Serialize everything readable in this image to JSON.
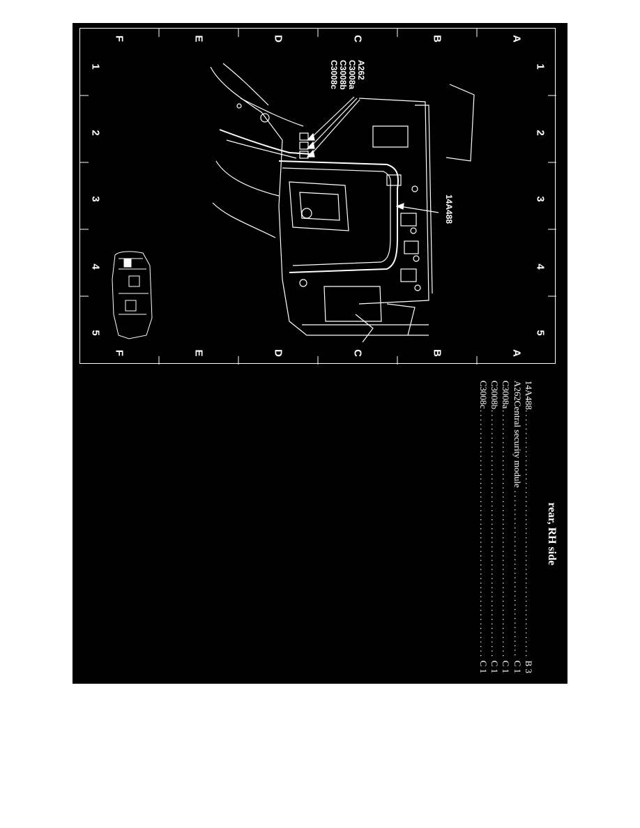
{
  "grid": {
    "columns": [
      "A",
      "B",
      "C",
      "D",
      "E",
      "F"
    ],
    "rows": [
      "1",
      "2",
      "3",
      "4",
      "5"
    ]
  },
  "callouts": {
    "group": [
      "A262",
      "C3008a",
      "C3008b",
      "C3008c"
    ],
    "harness": "14A488"
  },
  "legend": {
    "title": "rear, RH side",
    "items": [
      {
        "code": "14A488",
        "description": "",
        "location": "B 3"
      },
      {
        "code": "A262",
        "description": "Central security module",
        "location": "C 1"
      },
      {
        "code": "C3008a",
        "description": "",
        "location": "C 1"
      },
      {
        "code": "C3008b",
        "description": "",
        "location": "C 1"
      },
      {
        "code": "C3008c",
        "description": "",
        "location": "C 1"
      }
    ]
  },
  "colors": {
    "background": "#000000",
    "ink": "#ffffff",
    "page": "#ffffff"
  }
}
